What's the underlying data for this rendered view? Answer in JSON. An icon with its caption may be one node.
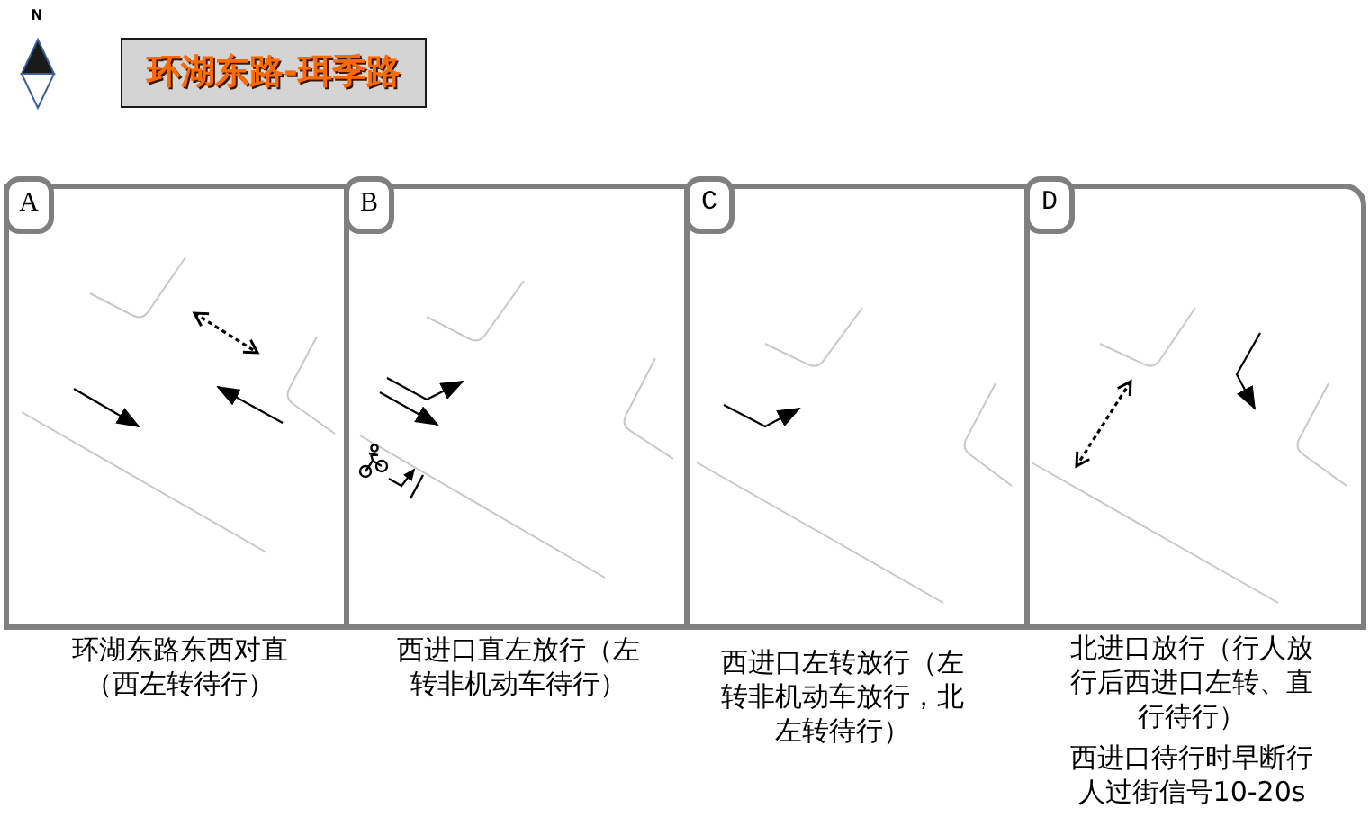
{
  "diagram": {
    "title": "环湖东路-珥季路",
    "nodes": [
      {
        "text": [],
        "shape": "box",
        "beside": [
          "环湖东路东西对直（西左转待行）"
        ]
      },
      {
        "text": [
          "A"
        ],
        "in": 0
      },
      {
        "text": [],
        "shape": "box",
        "beside": [
          "西进口直左放行（左转非机动车待行）"
        ]
      },
      {
        "text": [
          "B"
        ],
        "in": 2
      },
      {
        "text": [],
        "shape": "box",
        "beside": [
          "西进口左转放行（左转非机动车放行，北左转待行）"
        ]
      },
      {
        "text": [
          "C"
        ],
        "in": 4
      },
      {
        "text": [],
        "shape": "box",
        "beside": [
          "北进口放行（行人放行后西进口左转、直行待行）",
          "西进口待行时早断行人过街信号10-20s"
        ]
      },
      {
        "text": [
          "D"
        ],
        "in": 6
      }
    ],
    "labels": [
      "N"
    ]
  }
}
